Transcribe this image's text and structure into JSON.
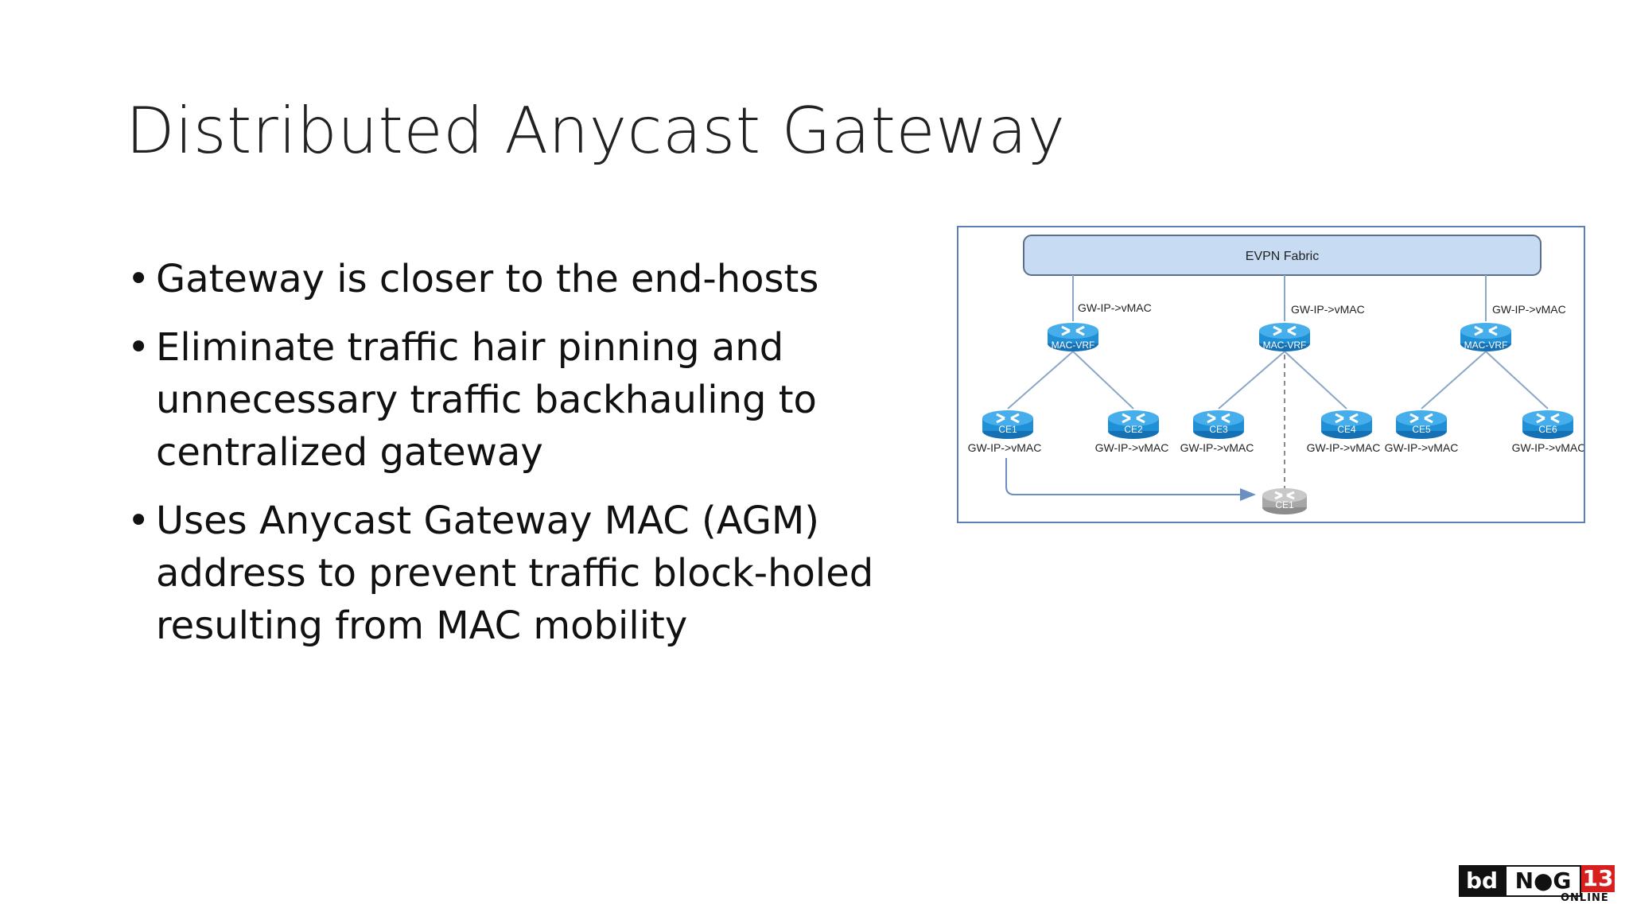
{
  "slide": {
    "title": "Distributed Anycast Gateway",
    "bullets": [
      {
        "text": "Gateway is closer to the end-hosts"
      },
      {
        "text": "Eliminate traffic hair pinning and unnecessary traffic backhauling to centralized gateway"
      },
      {
        "text": "Uses Anycast Gateway MAC (AGM) address to prevent traffic block-holed resulting from MAC mobility"
      }
    ]
  },
  "diagram": {
    "fabric_label": "EVPN Fabric",
    "gw_label": "GW-IP->vMAC",
    "mac_vrf_label": "MAC-VRF",
    "ce_labels": [
      "CE1",
      "CE2",
      "CE3",
      "CE4",
      "CE5",
      "CE6"
    ],
    "moved_ce_label": "CE1",
    "colors": {
      "router": "#1f8fd6",
      "fabric_fill": "#c7dcf3",
      "moved": "#a7a7a7"
    }
  },
  "logo": {
    "left": "bd",
    "middle": "N●G",
    "number": "13",
    "sub": "ONLINE"
  }
}
